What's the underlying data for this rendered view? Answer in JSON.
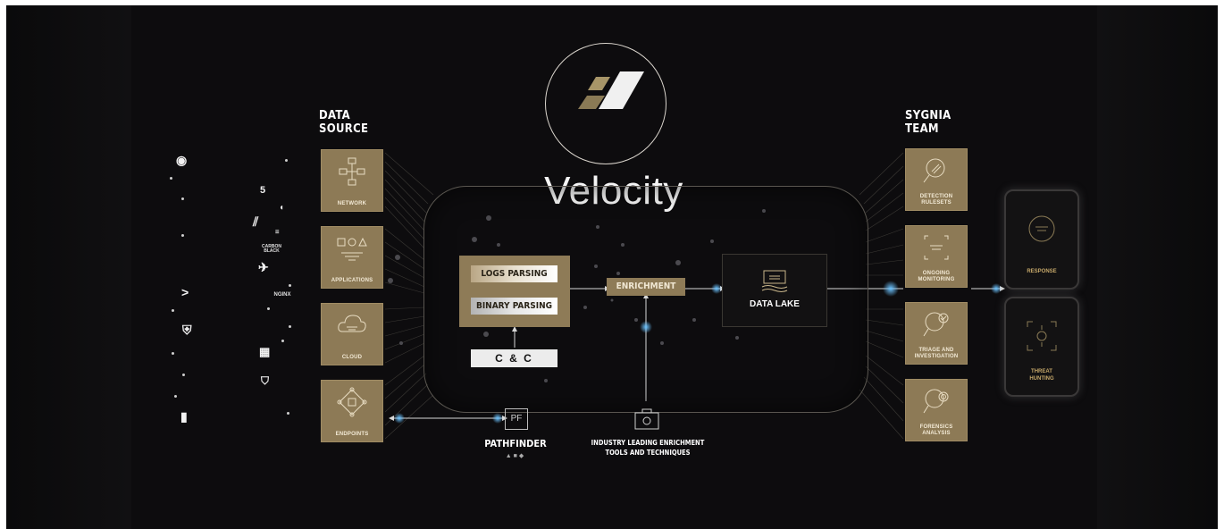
{
  "logo": {
    "title": "Velocity"
  },
  "data_source": {
    "heading_line1": "DATA",
    "heading_line2": "SOURCE",
    "tiles": [
      {
        "label": "NETWORK"
      },
      {
        "label": "APPLICATIONS"
      },
      {
        "label": "CLOUD"
      },
      {
        "label": "ENDPOINTS"
      }
    ]
  },
  "sources": {
    "carbon_black_line1": "CARBON",
    "carbon_black_line2": "BLACK",
    "nginx": "NGINX",
    "html5": "5"
  },
  "processing": {
    "logs_parsing": "LOGS PARSING",
    "binary_parsing": "BINARY PARSING",
    "cc": "C & C",
    "enrichment": "ENRICHMENT",
    "data_lake": "DATA LAKE"
  },
  "pathfinder": {
    "label": "PATHFINDER",
    "icon_text": "PF"
  },
  "tools": {
    "line1": "INDUSTRY LEADING ENRICHMENT",
    "line2": "TOOLS AND TECHNIQUES"
  },
  "sygnia_team": {
    "heading_line1": "SYGNIA",
    "heading_line2": "TEAM",
    "tiles": [
      {
        "line1": "DETECTION",
        "line2": "RULESETS"
      },
      {
        "line1": "ONGOING",
        "line2": "MONITORING"
      },
      {
        "line1": "TRIAGE AND",
        "line2": "INVESTIGATION"
      },
      {
        "line1": "FORENSICS",
        "line2": "ANALYSIS"
      }
    ]
  },
  "outcomes": {
    "response": "RESPONSE",
    "threat_line1": "THREAT",
    "threat_line2": "HUNTING"
  },
  "colors": {
    "gold": "#8e7b57",
    "background": "#0d0c0e",
    "glow": "#3aa0ff"
  }
}
